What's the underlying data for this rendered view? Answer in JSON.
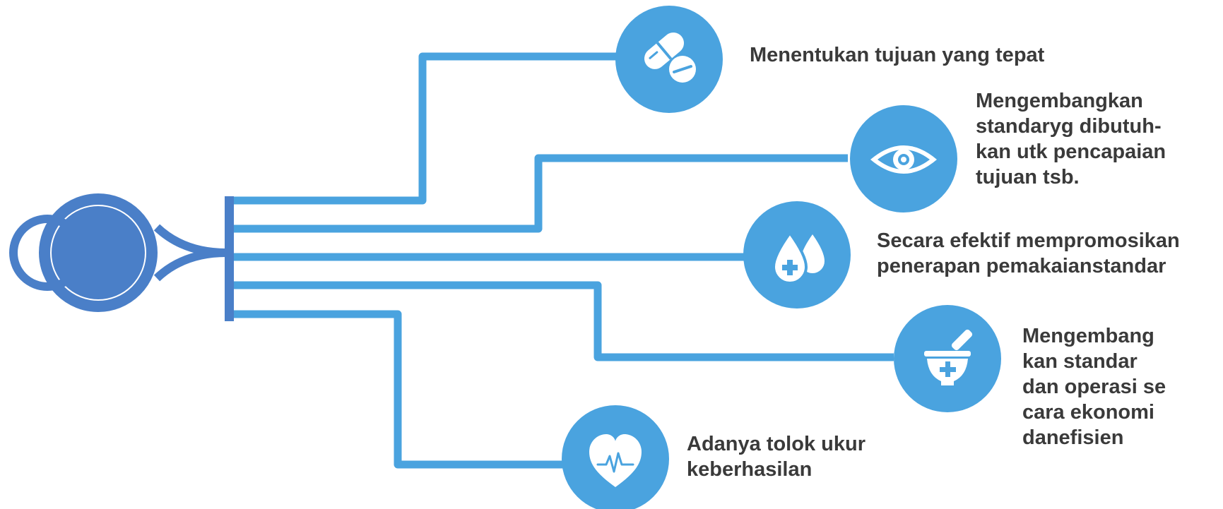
{
  "colors": {
    "line": "#4aa3df",
    "hub": "#4a7fc8",
    "icon_circle": "#4aa3df",
    "icon_glyph": "#ffffff",
    "text": "#3a3a3a"
  },
  "nodes": [
    {
      "id": "goals",
      "icon": "pills-icon",
      "text": "Menentukan tujuan yang tepat"
    },
    {
      "id": "standards",
      "icon": "eye-icon",
      "text": "Mengembangkan\nstandaryg dibutuh-\nkan utk pencapaian\ntujuan tsb."
    },
    {
      "id": "promote",
      "icon": "drops-icon",
      "text": "Secara efektif mempromosikan\npenerapan pemakaianstandar"
    },
    {
      "id": "economic",
      "icon": "mortar-pestle-icon",
      "text": "Mengembang\nkan standar\ndan operasi se\ncara ekonomi\ndanefisien"
    },
    {
      "id": "measure",
      "icon": "heart-pulse-icon",
      "text": "Adanya tolok ukur\nkeberhasilan"
    }
  ]
}
